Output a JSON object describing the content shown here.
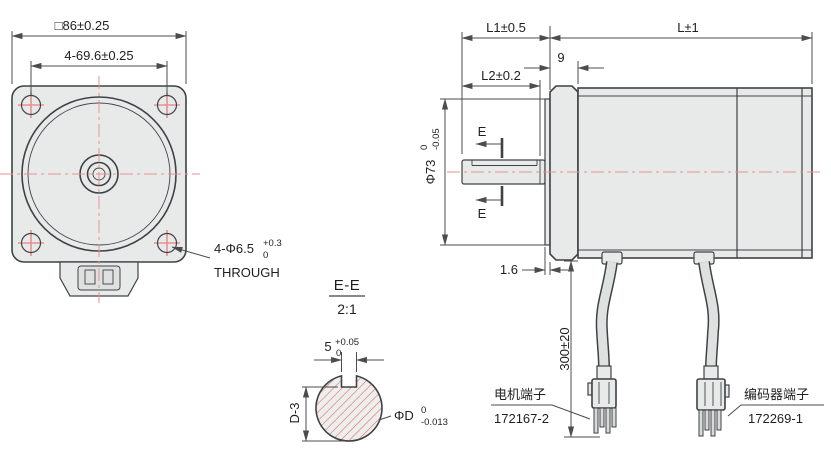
{
  "colors": {
    "outline": "#3f4245",
    "dimension": "#4c4c4c",
    "centerline": "#e89090",
    "hatch": "#d96c6c",
    "body_fill": "#e8eaea",
    "background": "#ffffff",
    "text": "#1f1f1f"
  },
  "front_view": {
    "dim_square": "□86±0.25",
    "dim_bolt_spacing": "4-69.6±0.25",
    "hole_callout": "4-Φ6.5",
    "hole_tol_upper": "+0.3",
    "hole_tol_lower": "0",
    "hole_note": "THROUGH"
  },
  "section_view": {
    "title": "E-E",
    "scale": "2:1",
    "key_width": "5",
    "key_width_tol_upper": "+0.05",
    "key_width_tol_lower": "0",
    "key_depth": "D-3",
    "shaft_dia": "ΦD",
    "shaft_dia_tol_upper": "0",
    "shaft_dia_tol_lower": "-0.013"
  },
  "side_view": {
    "dim_shaft_length": "L1±0.5",
    "dim_body_length": "L±1",
    "dim_flange_thickness": "9",
    "dim_key_length": "L2±0.2",
    "dim_pilot_dia": "Φ73",
    "pilot_tol_upper": "0",
    "pilot_tol_lower": "-0.05",
    "dim_pilot_height": "1.6",
    "dim_cable_length": "300±20",
    "section_mark": "E",
    "motor_connector": {
      "label": "电机端子",
      "part_number": "172167-2"
    },
    "encoder_connector": {
      "label": "编码器端子",
      "part_number": "172269-1"
    }
  }
}
